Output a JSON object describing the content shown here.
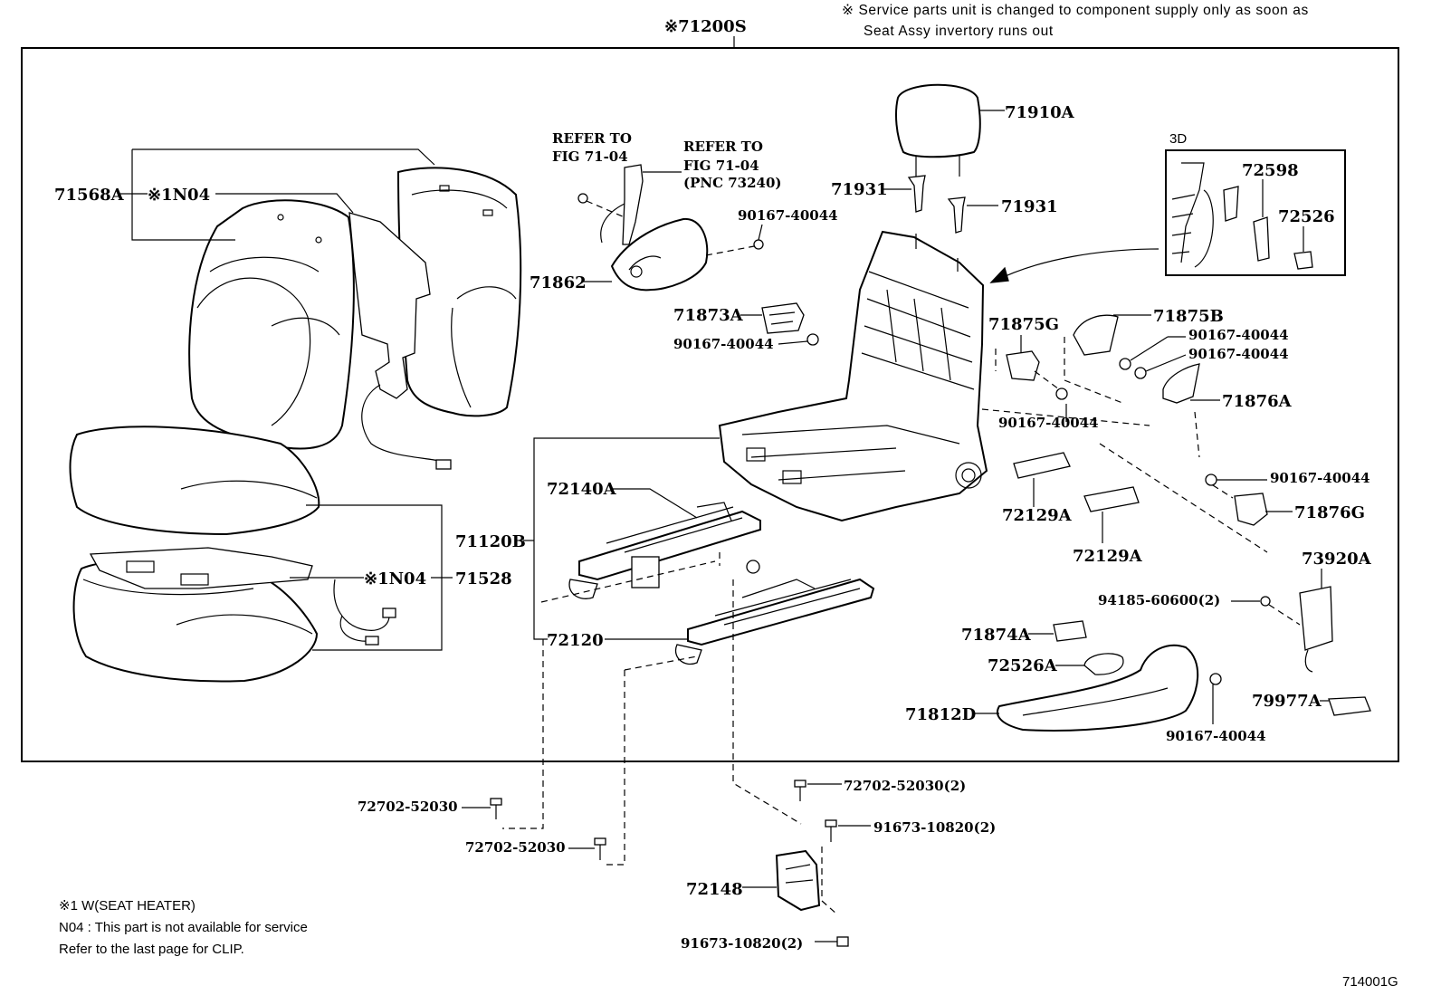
{
  "title": "※71200S",
  "top_note": {
    "line1": "※ Service parts unit is changed to component supply only as soon as",
    "line2": "Seat Assy invertory runs out"
  },
  "inset_label": "3D",
  "refs": {
    "refer_a_1": "REFER TO",
    "refer_a_2": "FIG 71-04",
    "refer_b_1": "REFER TO",
    "refer_b_2": "FIG 71-04",
    "refer_b_3": "(PNC 73240)"
  },
  "parts": {
    "p71568A": "71568A",
    "n04_a": "※1N04",
    "p71910A": "71910A",
    "p71931_a": "71931",
    "p71931_b": "71931",
    "p90167_a": "90167-40044",
    "p71862": "71862",
    "p71873A": "71873A",
    "p90167_b": "90167-40044",
    "p72598": "72598",
    "p72526": "72526",
    "p71875G": "71875G",
    "p71875B": "71875B",
    "p90167_c": "90167-40044",
    "p90167_d": "90167-40044",
    "p71876A": "71876A",
    "p90167_e": "90167-40044",
    "p72140A": "72140A",
    "p71120B": "71120B",
    "p72129A_a": "72129A",
    "p90167_f": "90167-40044",
    "p71876G": "71876G",
    "p72129A_b": "72129A",
    "n04_b": "※1N04",
    "p71528": "71528",
    "p73920A": "73920A",
    "p94185": "94185-60600(2)",
    "p72120": "72120",
    "p71874A": "71874A",
    "p72526A": "72526A",
    "p71812D": "71812D",
    "p79977A": "79977A",
    "p90167_g": "90167-40044",
    "p72702_a": "72702-52030(2)",
    "p72702_b": "72702-52030",
    "p91673_a": "91673-10820(2)",
    "p72702_c": "72702-52030",
    "p72148": "72148",
    "p91673_b": "91673-10820(2)"
  },
  "footnotes": {
    "line1": "※1  W(SEAT HEATER)",
    "line2": "N04 : This part is not available for service",
    "line3": "Refer to the last page for CLIP."
  },
  "figure_id": "714001G"
}
